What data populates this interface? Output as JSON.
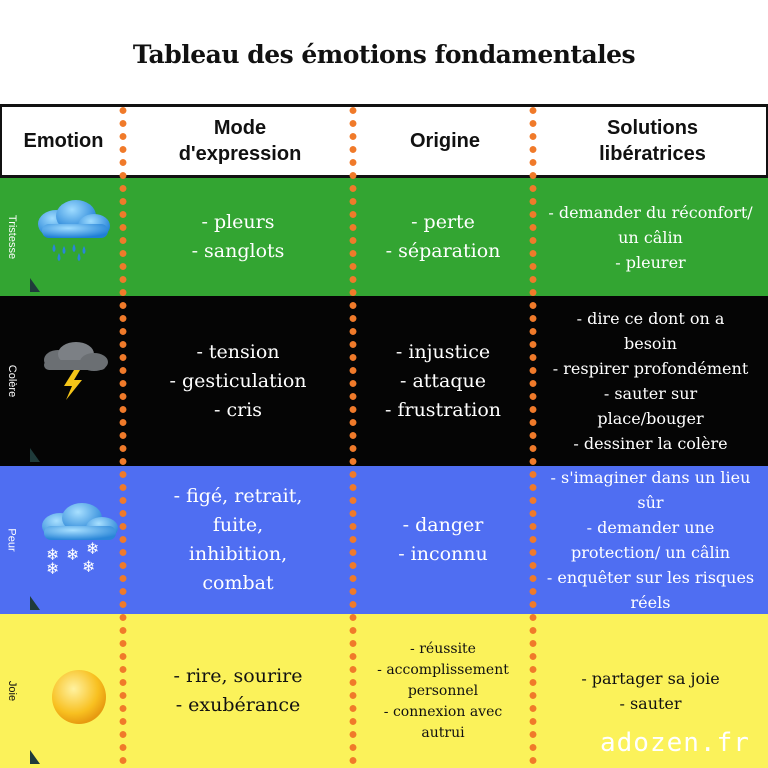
{
  "title": "Tableau des émotions fondamentales",
  "headers": {
    "emotion": "Emotion",
    "expression": [
      "Mode",
      "d'expression"
    ],
    "origine": "Origine",
    "solutions": [
      "Solutions",
      "libératrices"
    ]
  },
  "rows": [
    {
      "label": "Tristesse",
      "color": "#33a532",
      "icon": "rain-cloud-icon",
      "expression": [
        "- pleurs",
        "- sanglots"
      ],
      "origine": [
        "- perte",
        "- séparation"
      ],
      "solutions": [
        "- demander du réconfort/",
        "un câlin",
        "- pleurer"
      ]
    },
    {
      "label": "Colère",
      "color": "#050505",
      "icon": "thunder-cloud-icon",
      "expression": [
        "- tension",
        "- gesticulation",
        "- cris"
      ],
      "origine": [
        "- injustice",
        "- attaque",
        "- frustration"
      ],
      "solutions": [
        "- dire ce dont on a",
        "besoin",
        "- respirer profondément",
        "- sauter sur",
        "place/bouger",
        "- dessiner la colère"
      ]
    },
    {
      "label": "Peur",
      "color": "#4f6ef2",
      "icon": "snow-cloud-icon",
      "expression": [
        "- figé, retrait,",
        "fuite,",
        "inhibition,",
        "combat"
      ],
      "origine": [
        "- danger",
        "- inconnu"
      ],
      "solutions": [
        "- s'imaginer dans un lieu",
        "sûr",
        "- demander une",
        "protection/ un câlin",
        "- enquêter sur les risques",
        "réels"
      ]
    },
    {
      "label": "Joie",
      "color": "#fbf25a",
      "icon": "sun-icon",
      "expression": [
        "- rire, sourire",
        "- exubérance"
      ],
      "origine": [
        "- réussite",
        "- accomplissement",
        "personnel",
        "- connexion avec",
        "autrui"
      ],
      "solutions": [
        "- partager sa joie",
        "- sauter"
      ]
    }
  ],
  "divider_color": "#f07a2a",
  "watermark": "adozen.fr"
}
